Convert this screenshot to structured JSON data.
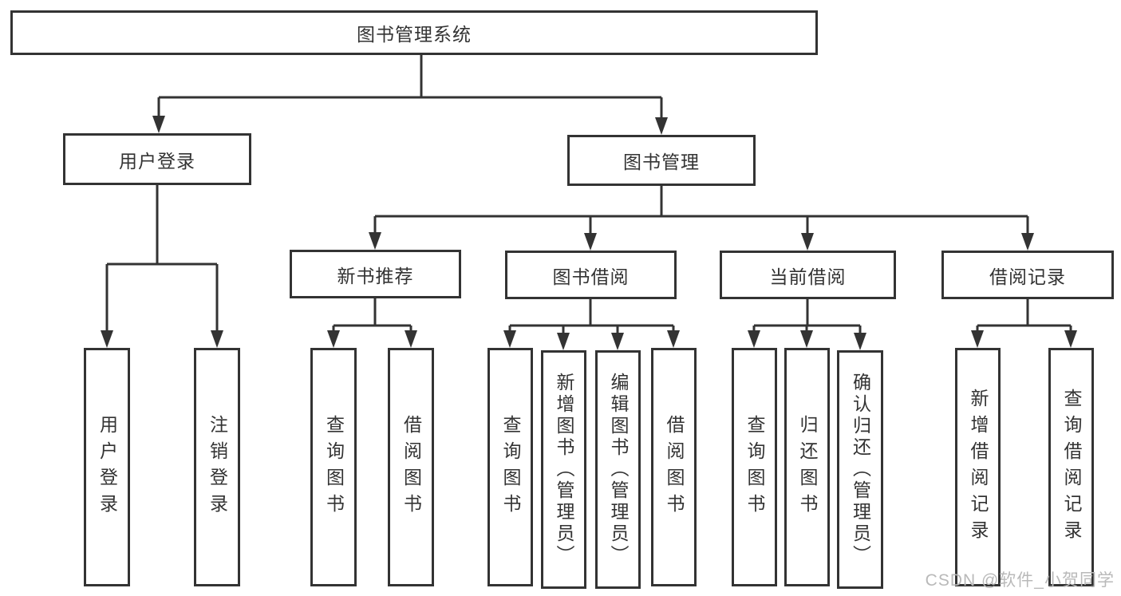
{
  "diagram": {
    "kind": "feature-tree",
    "colors": {
      "line": "#333333",
      "node_text": "#333333",
      "node_background": "#ffffff",
      "page_background": "#ffffff",
      "watermark": "#b9b9b9"
    },
    "tree": {
      "root": {
        "label": "图书管理系统",
        "children": [
          {
            "label": "用户登录",
            "children": [
              {
                "label": "用户登录"
              },
              {
                "label": "注销登录"
              }
            ]
          },
          {
            "label": "图书管理",
            "children": [
              {
                "label": "新书推荐",
                "children": [
                  {
                    "label": "查询图书"
                  },
                  {
                    "label": "借阅图书"
                  }
                ]
              },
              {
                "label": "图书借阅",
                "children": [
                  {
                    "label": "查询图书"
                  },
                  {
                    "label": "新增图书（管理员）"
                  },
                  {
                    "label": "编辑图书（管理员）"
                  },
                  {
                    "label": "借阅图书"
                  }
                ]
              },
              {
                "label": "当前借阅",
                "children": [
                  {
                    "label": "查询图书"
                  },
                  {
                    "label": "归还图书"
                  },
                  {
                    "label": "确认归还（管理员）"
                  }
                ]
              },
              {
                "label": "借阅记录",
                "children": [
                  {
                    "label": "新增借阅记录"
                  },
                  {
                    "label": "查询借阅记录"
                  }
                ]
              }
            ]
          }
        ]
      }
    },
    "watermark": {
      "text": "CSDN @软件_小贺同学"
    }
  }
}
